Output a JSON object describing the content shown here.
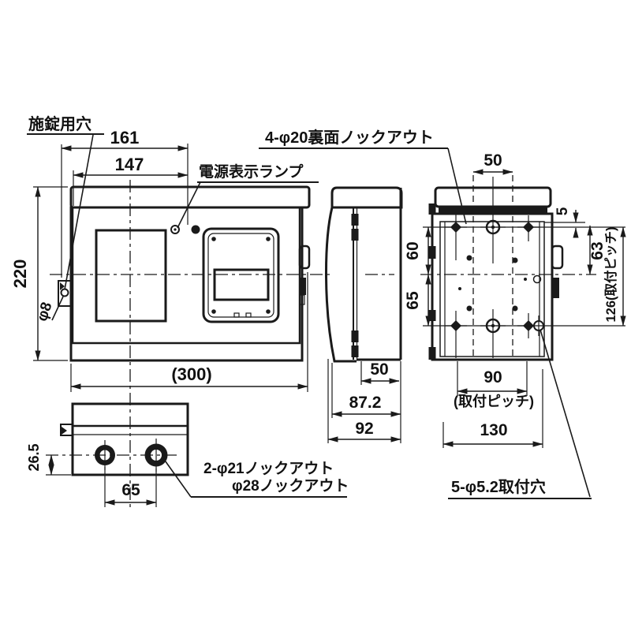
{
  "page": {
    "background": "#ffffff",
    "line_color": "#1a1a1a"
  },
  "front_view": {
    "labels": {
      "lock_hole": "施錠用穴",
      "power_lamp": "電源表示ランプ"
    },
    "dims": {
      "width_outer": "161",
      "width_inner": "147",
      "height": "220",
      "lock_hole_dia": "φ8",
      "width_ref": "(300)"
    }
  },
  "side_view": {
    "dims": {
      "back_depth": "50",
      "depth_body": "87.2",
      "depth_total": "92"
    }
  },
  "rear_view": {
    "labels": {
      "knockouts": "4-φ20裏面ノックアウト",
      "mount_holes": "5-φ5.2取付穴"
    },
    "dims": {
      "top_pitch": "50",
      "edge_gap": "5",
      "upper_span": "63",
      "vertical_pitch": "126(取付ピッチ)",
      "upper_left": "60",
      "lower_left": "65",
      "horizontal_pitch": "90",
      "pitch_note": "(取付ピッチ)",
      "width": "130"
    }
  },
  "bottom_view": {
    "labels": {
      "knockout_21": "2-φ21ノックアウト",
      "knockout_28": "φ28ノックアウト"
    },
    "dims": {
      "hole_offset": "26.5",
      "hole_pitch": "65"
    }
  }
}
